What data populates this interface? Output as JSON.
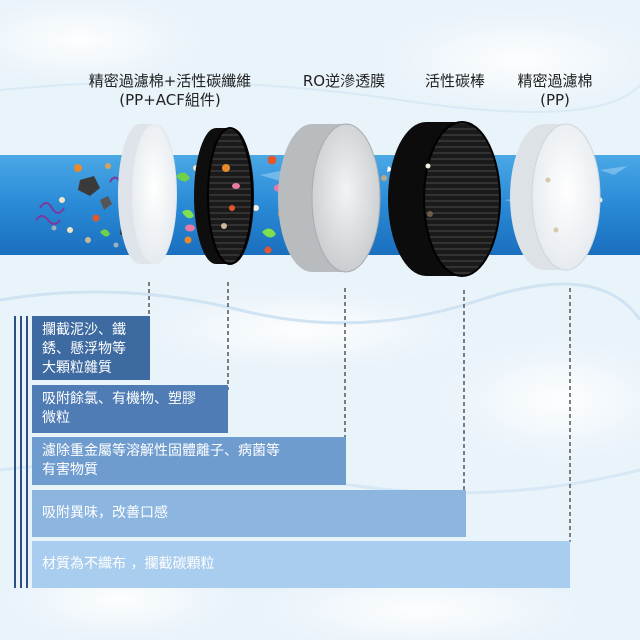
{
  "labels": {
    "stage1_line1": "精密過濾棉+活性碳纖維",
    "stage1_line2": "(PP+ACF組件)",
    "stage2": "RO逆滲透膜",
    "stage3": "活性碳棒",
    "stage4_line1": "精密過濾棉",
    "stage4_line2": "(PP)"
  },
  "bars": [
    {
      "lines": [
        "攔截泥沙、鐵",
        "銹、懸浮物等",
        "大顆粒雜質"
      ],
      "color": "#3d6aa0"
    },
    {
      "lines": [
        "吸附餘氯、有機物、塑膠",
        "微粒"
      ],
      "color": "#4f7cb4"
    },
    {
      "lines": [
        "濾除重金屬等溶解性固體離子、病菌等",
        "有害物質"
      ],
      "color": "#6f9ccf"
    },
    {
      "lines": [
        "吸附異味，改善口感"
      ],
      "color": "#8cb5e0"
    },
    {
      "lines": [
        "材質為不織布 ，攔截碳顆粒"
      ],
      "color": "#a9cdee"
    }
  ],
  "colors": {
    "stripe_top": "#49a7e4",
    "stripe_bottom": "#1b78c8",
    "bar_edge": "#2d4f86"
  }
}
